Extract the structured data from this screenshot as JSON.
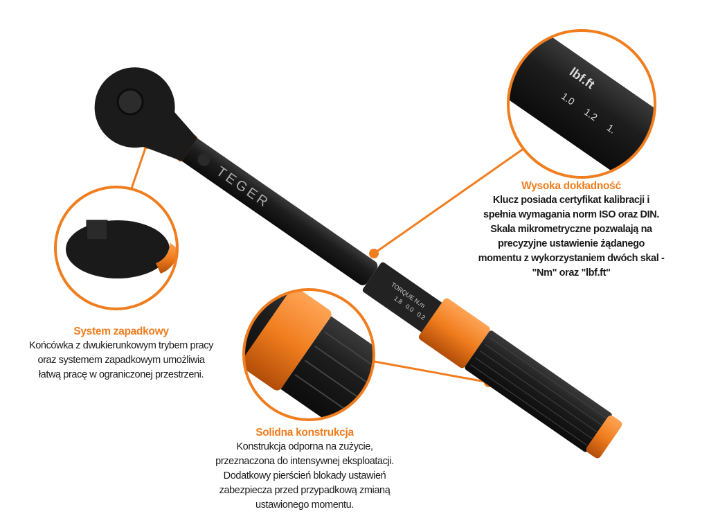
{
  "brand": "TEGER",
  "colors": {
    "accent": "#f07d1e",
    "handle": "#1c1c1c",
    "text": "#1a1a1a"
  },
  "scale_marks": {
    "nm": [
      "1.8",
      "0.0",
      "0.2"
    ],
    "label": "TORQUE N.m",
    "lbf_label": "lbf.ft",
    "detail": [
      "1.0",
      "1.2",
      "1."
    ]
  },
  "features": [
    {
      "title": "Wysoka dokładność",
      "lines": [
        "Klucz posiada certyfikat kalibracji i",
        "spełnia wymagania norm ISO oraz DIN.",
        "Skala mikrometryczne pozwalają na",
        "precyzyjne ustawienie żądanego",
        "momentu z wykorzystaniem dwóch skal -",
        "\"Nm\" oraz \"lbf.ft\""
      ]
    },
    {
      "title": "System zapadkowy",
      "lines": [
        "Końcówka z dwukierunkowym trybem pracy",
        "oraz systemem zapadkowym umożliwia",
        "łatwą pracę w ograniczonej przestrzeni."
      ]
    },
    {
      "title": "Solidna konstrukcja",
      "lines": [
        "Konstrukcja odporna na zużycie,",
        "przeznaczona do intensywnej eksploatacji.",
        "Dodatkowy pierścień blokady ustawień",
        "zabezpiecza przed przypadkową zmianą",
        "ustawionego momentu."
      ]
    }
  ]
}
